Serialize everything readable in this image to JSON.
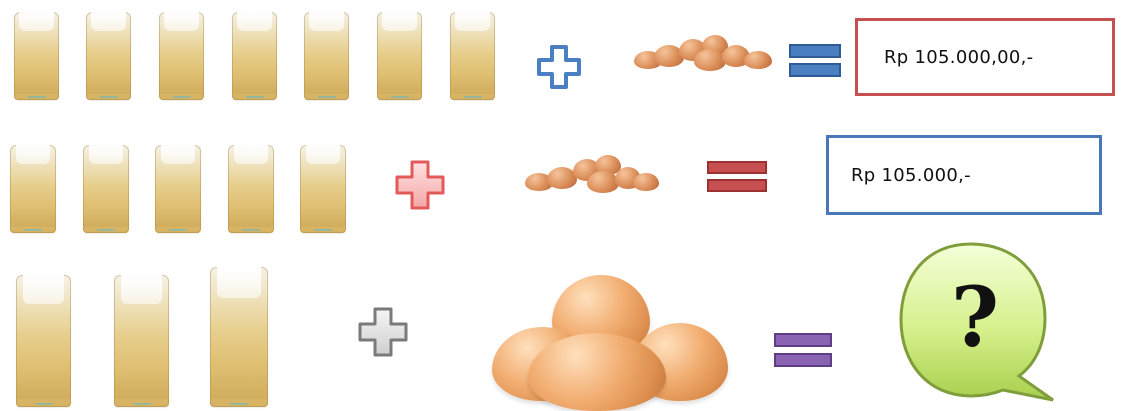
{
  "rows": [
    {
      "rice_bags": 7,
      "plus_color": "#4a7fc1",
      "equals_color": "#4a7fc1",
      "price_border_color": "#c5504f",
      "price_text": "Rp 105.000,00,-"
    },
    {
      "rice_bags": 5,
      "plus_color": "#e25a5a",
      "equals_color": "#c5504f",
      "price_border_color": "#4a77b9",
      "price_text": "Rp 105.000,-"
    },
    {
      "rice_bags": 3,
      "plus_color": "#8a8a8a",
      "equals_color": "#8a63b3",
      "answer_symbol": "?"
    }
  ],
  "icons": {
    "plus": "plus-icon",
    "equals": "equals-icon",
    "question": "question-mark-icon"
  }
}
